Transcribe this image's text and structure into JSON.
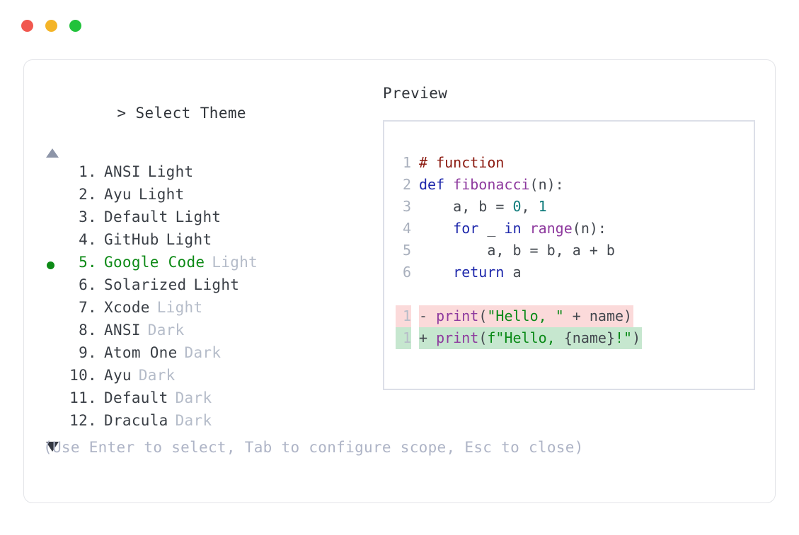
{
  "window": {
    "traffic_lights": [
      {
        "name": "close",
        "color": "#f1584f"
      },
      {
        "name": "minimize",
        "color": "#f4b428"
      },
      {
        "name": "zoom",
        "color": "#21c23b"
      }
    ]
  },
  "prompt": {
    "marker": ">",
    "title": "Select Theme"
  },
  "scroll": {
    "up_glyph": "▲",
    "down_glyph": "▼"
  },
  "themes": {
    "selected_index": 5,
    "items": [
      {
        "index": "1.",
        "name": "ANSI",
        "variant": "Light",
        "variant_dim": false,
        "selected": false
      },
      {
        "index": "2.",
        "name": "Ayu",
        "variant": "Light",
        "variant_dim": false,
        "selected": false
      },
      {
        "index": "3.",
        "name": "Default",
        "variant": "Light",
        "variant_dim": false,
        "selected": false
      },
      {
        "index": "4.",
        "name": "GitHub",
        "variant": "Light",
        "variant_dim": false,
        "selected": false
      },
      {
        "index": "5.",
        "name": "Google Code",
        "variant": "Light",
        "variant_dim": true,
        "selected": true
      },
      {
        "index": "6.",
        "name": "Solarized",
        "variant": "Light",
        "variant_dim": false,
        "selected": false
      },
      {
        "index": "7.",
        "name": "Xcode",
        "variant": "Light",
        "variant_dim": true,
        "selected": false
      },
      {
        "index": "8.",
        "name": "ANSI",
        "variant": "Dark",
        "variant_dim": true,
        "selected": false
      },
      {
        "index": "9.",
        "name": "Atom One",
        "variant": "Dark",
        "variant_dim": true,
        "selected": false
      },
      {
        "index": "10.",
        "name": "Ayu",
        "variant": "Dark",
        "variant_dim": true,
        "selected": false
      },
      {
        "index": "11.",
        "name": "Default",
        "variant": "Dark",
        "variant_dim": true,
        "selected": false
      },
      {
        "index": "12.",
        "name": "Dracula",
        "variant": "Dark",
        "variant_dim": true,
        "selected": false
      }
    ]
  },
  "footer": {
    "hint": "(Use Enter to select, Tab to configure scope, Esc to close)"
  },
  "preview": {
    "label": "Preview",
    "code_lines": [
      {
        "number": "1",
        "tokens": [
          {
            "text": "# function",
            "type": "comment"
          }
        ]
      },
      {
        "number": "2",
        "tokens": [
          {
            "text": "def ",
            "type": "kw"
          },
          {
            "text": "fibonacci",
            "type": "fn"
          },
          {
            "text": "(n):",
            "type": "punc"
          }
        ]
      },
      {
        "number": "3",
        "tokens": [
          {
            "text": "    a, b = ",
            "type": "plain"
          },
          {
            "text": "0",
            "type": "num"
          },
          {
            "text": ", ",
            "type": "plain"
          },
          {
            "text": "1",
            "type": "num"
          }
        ]
      },
      {
        "number": "4",
        "tokens": [
          {
            "text": "    ",
            "type": "plain"
          },
          {
            "text": "for",
            "type": "kw"
          },
          {
            "text": " _ ",
            "type": "plain"
          },
          {
            "text": "in",
            "type": "kw"
          },
          {
            "text": " ",
            "type": "plain"
          },
          {
            "text": "range",
            "type": "fn"
          },
          {
            "text": "(n):",
            "type": "punc"
          }
        ]
      },
      {
        "number": "5",
        "tokens": [
          {
            "text": "        a, b = b, a + b",
            "type": "plain"
          }
        ]
      },
      {
        "number": "6",
        "tokens": [
          {
            "text": "    ",
            "type": "plain"
          },
          {
            "text": "return",
            "type": "kw"
          },
          {
            "text": " a",
            "type": "plain"
          }
        ]
      }
    ],
    "diff_lines": [
      {
        "number": "1",
        "kind": "removed",
        "sign": "-",
        "tokens": [
          {
            "text": "- ",
            "type": "plain"
          },
          {
            "text": "print",
            "type": "fn"
          },
          {
            "text": "(",
            "type": "punc"
          },
          {
            "text": "\"Hello, \"",
            "type": "str"
          },
          {
            "text": " + name)",
            "type": "plain"
          }
        ]
      },
      {
        "number": "1",
        "kind": "added",
        "sign": "+",
        "tokens": [
          {
            "text": "+ ",
            "type": "plain"
          },
          {
            "text": "print",
            "type": "fn"
          },
          {
            "text": "(",
            "type": "punc"
          },
          {
            "text": "f\"Hello, ",
            "type": "str"
          },
          {
            "text": "{name}",
            "type": "plain"
          },
          {
            "text": "!\"",
            "type": "str"
          },
          {
            "text": ")",
            "type": "punc"
          }
        ]
      }
    ]
  },
  "colors": {
    "accent_selected": "#0d8a16",
    "dim_text": "#b5bcc9",
    "hint_text": "#aeb4c6",
    "diff_removed_bg": "#fbdada",
    "diff_added_bg": "#c6e7cf",
    "card_border": "#e3e4e8",
    "preview_border": "#dcdfe8"
  }
}
